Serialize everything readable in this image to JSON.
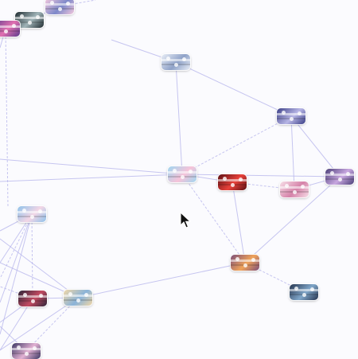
{
  "graph": {
    "nodes": [
      {
        "id": "n1",
        "name": "thumb-node-top-pink",
        "colors": [
          "#f4c9de",
          "#7d88c9"
        ]
      },
      {
        "id": "n2",
        "name": "thumb-node-top-dark-stage",
        "colors": [
          "#1e2a2f",
          "#9fb3b7"
        ]
      },
      {
        "id": "n3",
        "name": "thumb-node-top-left-purple",
        "colors": [
          "#5a3a8c",
          "#e070b0"
        ]
      },
      {
        "id": "n4",
        "name": "thumb-node-top-light",
        "colors": [
          "#e9eef7",
          "#8fa2c8"
        ]
      },
      {
        "id": "n5",
        "name": "thumb-node-purple-group",
        "colors": [
          "#3a3e86",
          "#b8b6e6"
        ]
      },
      {
        "id": "n6",
        "name": "thumb-node-center-anime",
        "colors": [
          "#9fd6f0",
          "#f6c3d9"
        ]
      },
      {
        "id": "n7",
        "name": "thumb-node-red-stage",
        "colors": [
          "#5c0f14",
          "#e8413a"
        ]
      },
      {
        "id": "n8",
        "name": "thumb-node-pink-frame",
        "colors": [
          "#f7dfe8",
          "#d583a9"
        ]
      },
      {
        "id": "n9",
        "name": "thumb-node-right-group",
        "colors": [
          "#4b3f78",
          "#c8a7e0"
        ]
      },
      {
        "id": "n10",
        "name": "thumb-node-left-idols",
        "colors": [
          "#8fc2ea",
          "#f3d6e6"
        ]
      },
      {
        "id": "n11",
        "name": "thumb-node-orange-scene",
        "colors": [
          "#7c4e7a",
          "#f0a35a"
        ]
      },
      {
        "id": "n12",
        "name": "thumb-node-concert-blue",
        "colors": [
          "#26344e",
          "#7fa6c9"
        ]
      },
      {
        "id": "n13",
        "name": "thumb-node-bottom-left-dark",
        "colors": [
          "#2a2438",
          "#c24a61"
        ]
      },
      {
        "id": "n14",
        "name": "thumb-node-bottom-colorful",
        "colors": [
          "#f2d7a6",
          "#8ab3d9"
        ]
      },
      {
        "id": "n15",
        "name": "thumb-node-bottom-corner",
        "colors": [
          "#3b3663",
          "#e2b1d3"
        ]
      }
    ],
    "edge_color": "#b9b8ec",
    "cursor_icon": "arrow-pointer-icon"
  }
}
